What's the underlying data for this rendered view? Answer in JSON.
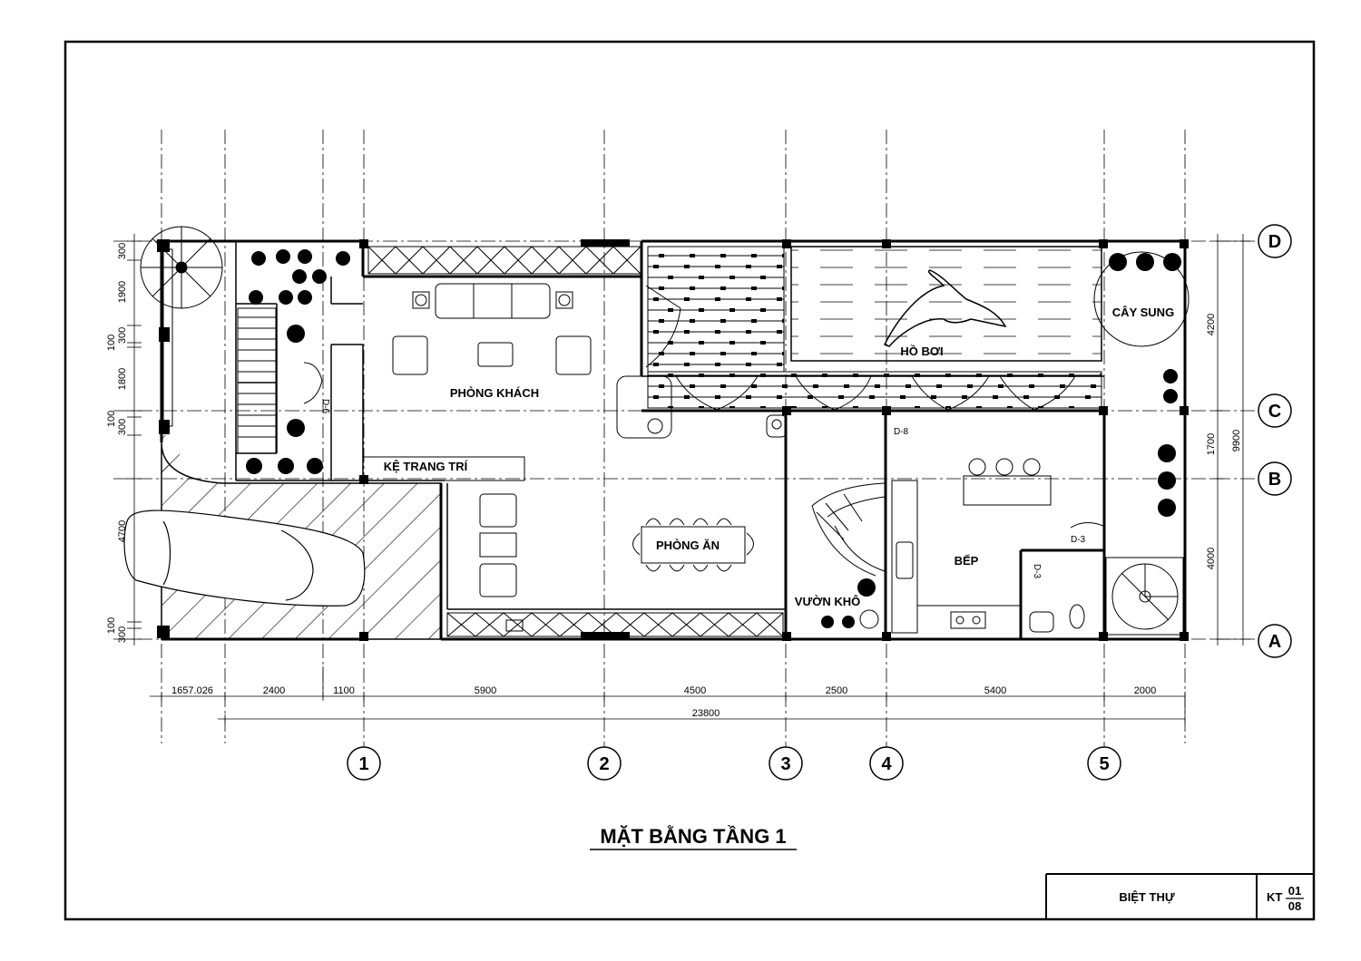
{
  "title": "MẶT BẰNG TẦNG 1",
  "title_block": {
    "project": "BIỆT THỰ",
    "sheet_prefix": "KT",
    "sheet_number": "01",
    "sheet_total": "08"
  },
  "rooms": {
    "living": "PHÒNG KHÁCH",
    "display_shelf": "KỆ TRANG TRÍ",
    "dining": "PHÒNG ĂN",
    "pool": "HỒ BƠI",
    "kitchen": "BẾP",
    "dry_garden": "VƯỜN KHÔ",
    "tree": "CÂY SUNG"
  },
  "door_tags": {
    "d6": "D-6",
    "d8": "D-8",
    "d3a": "D-3",
    "d3b": "D-3"
  },
  "grid_columns": [
    "1",
    "2",
    "3",
    "4",
    "5"
  ],
  "grid_rows": [
    "D",
    "C",
    "B",
    "A"
  ],
  "bottom_dimensions": [
    "1657.026",
    "2400",
    "1100",
    "5900",
    "4500",
    "2500",
    "5400",
    "2000"
  ],
  "total_dimension": "23800",
  "left_dimensions": [
    "300",
    "1900",
    "300",
    "100",
    "1800",
    "100",
    "300",
    "4700",
    "100",
    "300"
  ],
  "right_dimensions": [
    "4200",
    "1700",
    "4000"
  ],
  "right_total": "9900"
}
